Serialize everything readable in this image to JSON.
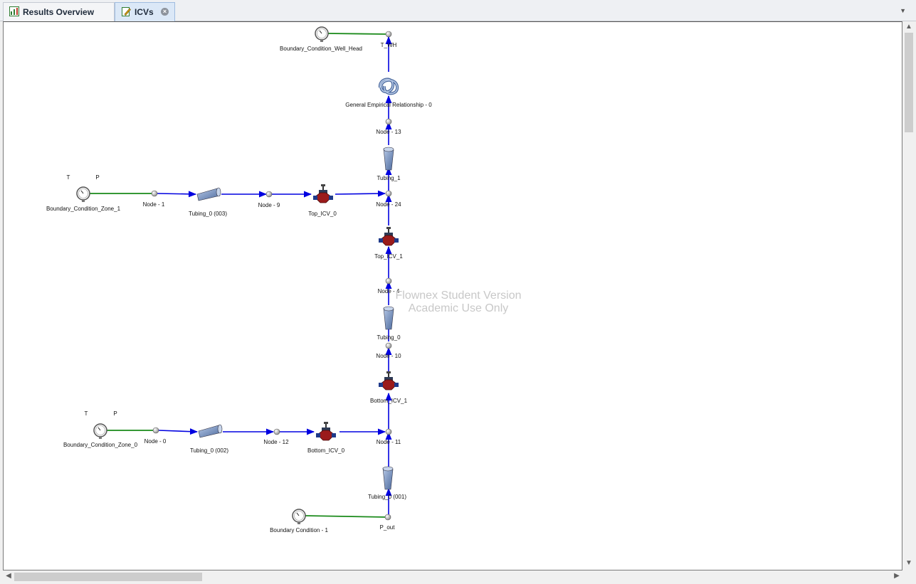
{
  "tabs": [
    {
      "label": "Results Overview",
      "icon": "chart-sheet-icon"
    },
    {
      "label": "ICVs",
      "icon": "edit-page-icon",
      "closable": true
    }
  ],
  "watermark": {
    "line1": "Flownex Student Version",
    "line2": "Academic Use Only"
  },
  "labels": {
    "bc_wellhead": "Boundary_Condition_Well_Head",
    "t_wh": "T_WH",
    "ger": "General Empirical Relationship - 0",
    "node13": "Node - 13",
    "tubing1": "Tubing_1",
    "node24": "Node - 24",
    "top_icv1": "Top_ICV_1",
    "node4": "Node - 4",
    "tubing0": "Tubing_0",
    "node10": "Node - 10",
    "bottom_icv1": "Bottom_ICV_1",
    "node11": "Node - 11",
    "tubing0_001": "Tubing_0 (001)",
    "p_out": "P_out",
    "bc1": "Boundary Condition - 1",
    "bc_zone1": "Boundary_Condition_Zone_1",
    "t1": "T",
    "p1": "P",
    "node1": "Node - 1",
    "tubing0_003": "Tubing_0 (003)",
    "node9": "Node - 9",
    "top_icv0": "Top_ICV_0",
    "bc_zone0": "Boundary_Condition_Zone_0",
    "t0": "T",
    "p0": "P",
    "node0": "Node - 0",
    "tubing0_002": "Tubing_0 (002)",
    "node12": "Node - 12",
    "bottom_icv0": "Bottom_ICV_0"
  },
  "colors": {
    "flow_link": "#0000e0",
    "bc_link": "#1a8a1a",
    "pipe": "#6e8fc0",
    "valve": "#9b1b1b"
  }
}
